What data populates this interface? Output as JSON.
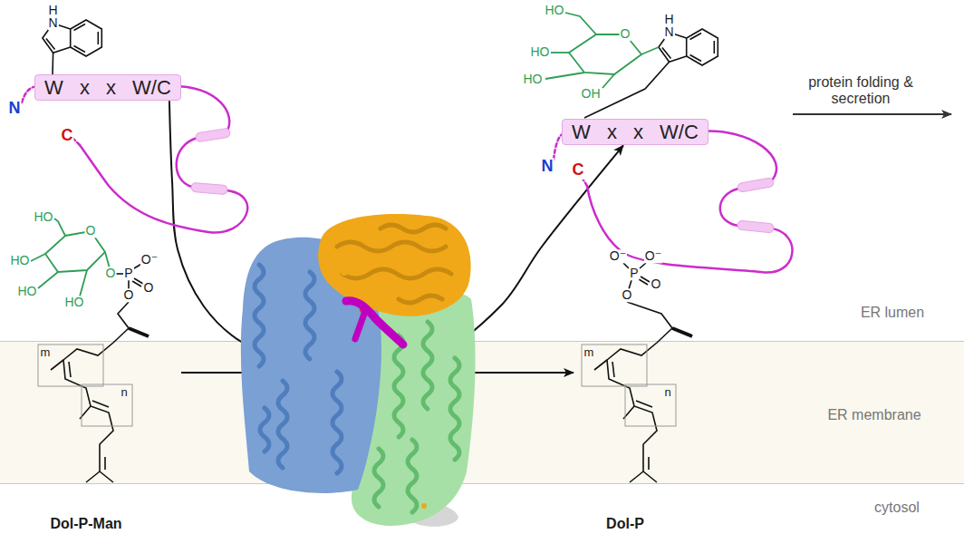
{
  "diagram": {
    "nodes": [
      {
        "text": [
          "W x x W/C"
        ]
      },
      {
        "text": [
          "W x x W/C"
        ]
      }
    ],
    "edges": [
      {
        "from": 0,
        "to": 1,
        "arrow": "to"
      }
    ],
    "labels": [
      "H",
      "N",
      "N",
      "C",
      "HO",
      "O",
      "HO",
      "HO",
      "HO",
      "O",
      "P",
      "O⁻",
      "O",
      "O",
      "m",
      "n",
      "Dol-P-Man",
      "HO",
      "O",
      "H",
      "N",
      "HO",
      "HO",
      "OH",
      "N",
      "C",
      "protein folding & secretion",
      "O⁻",
      "O⁻",
      "P",
      "O",
      "O",
      "ER lumen",
      "m",
      "n",
      "ER membrane",
      "Dol-P",
      "cytosol"
    ]
  }
}
